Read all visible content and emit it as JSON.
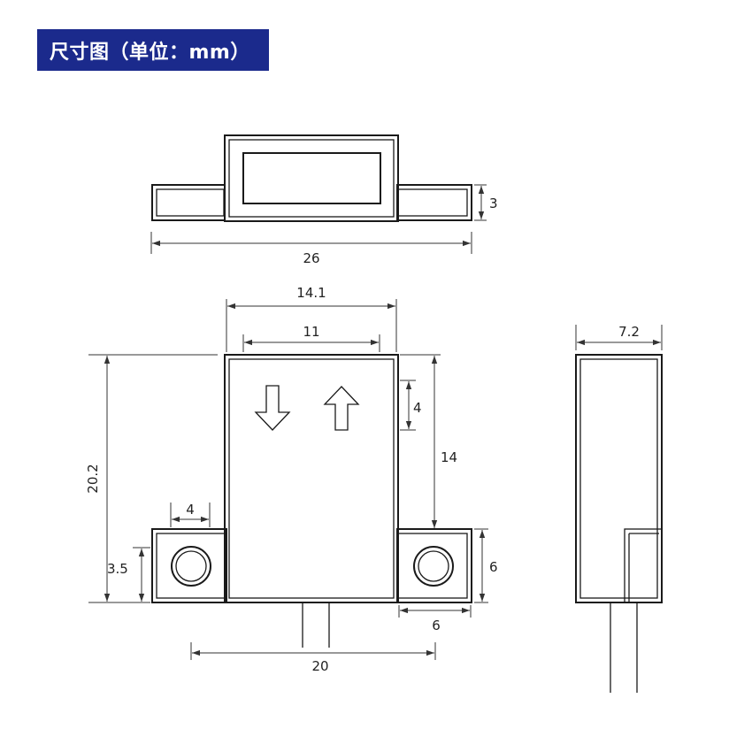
{
  "title": "尺寸图（单位：mm）",
  "colors": {
    "banner": "#1b2a8c",
    "line": "#1a1a1a"
  },
  "dimensions": {
    "top_width": "26",
    "top_height": "3",
    "body_width": "14.1",
    "inner_width": "11",
    "side_width": "7.2",
    "arrow_height": "4",
    "body_upper_height": "14",
    "total_height": "20.2",
    "tab_width": "4",
    "hole_offset": "3.5",
    "tab_height": "6",
    "tab_length": "6",
    "hole_spacing": "20"
  },
  "icons": {
    "down": "arrow-down-outline-icon",
    "up": "arrow-up-outline-icon"
  }
}
